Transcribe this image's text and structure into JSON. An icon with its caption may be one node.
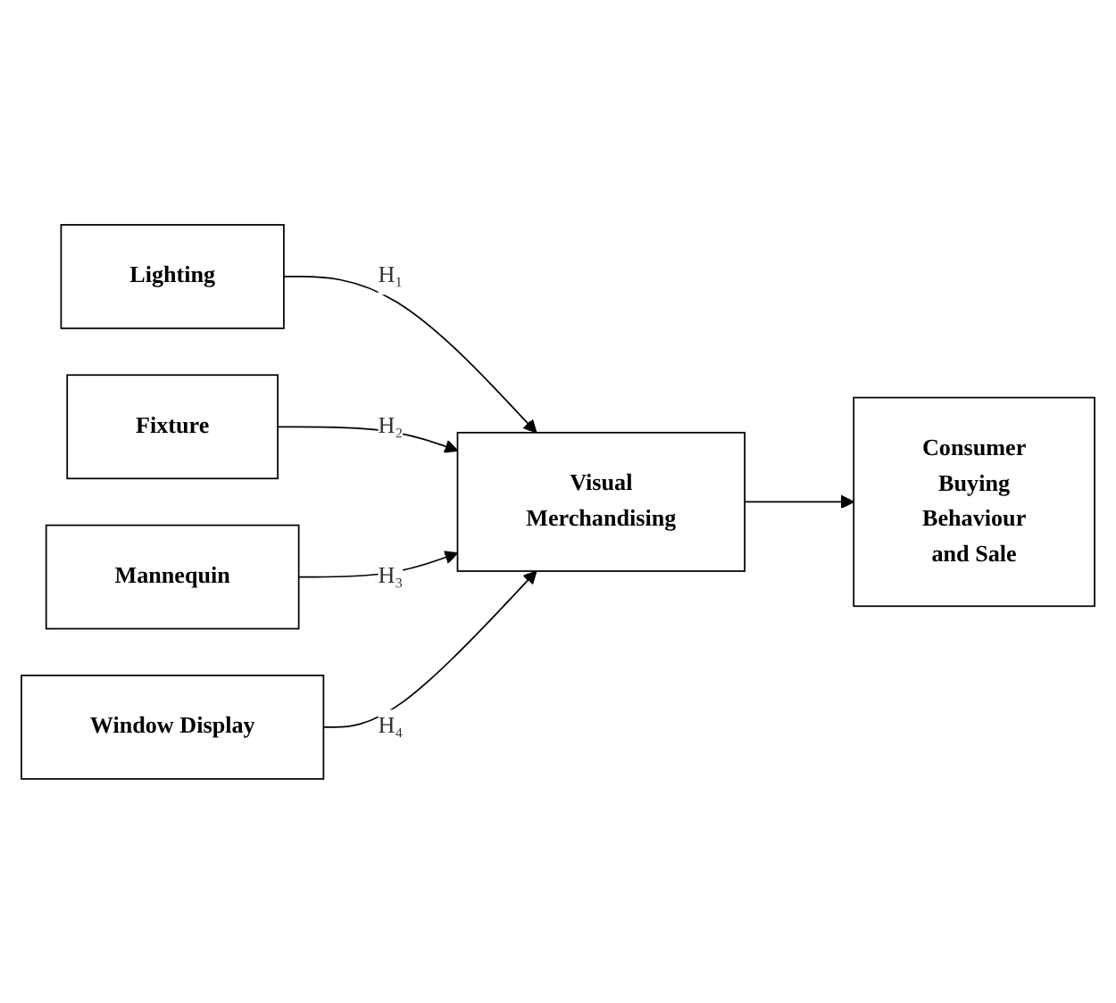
{
  "diagram": {
    "nodes": [
      {
        "text": [
          "Lighting"
        ]
      },
      {
        "text": [
          "Fixture"
        ]
      },
      {
        "text": [
          "Mannequin"
        ]
      },
      {
        "text": [
          "Window Display"
        ]
      },
      {
        "text": [
          "Visual Merchandising"
        ]
      },
      {
        "text": [
          "Consumer Buying Behaviour and Sale"
        ]
      }
    ],
    "edges": [
      {
        "from": 0,
        "to": 4,
        "arrow": "to",
        "label": "H₁"
      },
      {
        "from": 1,
        "to": 4,
        "arrow": "to",
        "label": "H₂"
      },
      {
        "from": 2,
        "to": 4,
        "arrow": "to",
        "label": "H₃"
      },
      {
        "from": 3,
        "to": 4,
        "arrow": "to",
        "label": "H₄"
      },
      {
        "from": 4,
        "to": 5,
        "arrow": "to"
      }
    ]
  }
}
